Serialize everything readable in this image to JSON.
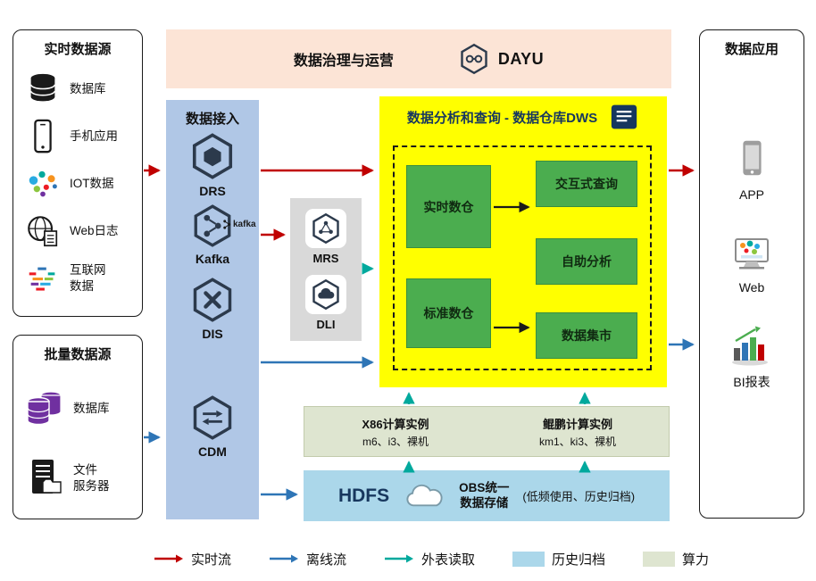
{
  "colors": {
    "realtime": "#c00000",
    "offline": "#2e75b6",
    "external": "#00a99d",
    "archive": "#abd7ea",
    "compute": "#dee5d0",
    "peach": "#fce4d6",
    "ingest": "#b0c7e6",
    "graypanel": "#d9d9d9",
    "dws": "#ffff00",
    "green": "#4bad4f",
    "navy": "#17375e"
  },
  "realtime_sources": {
    "title": "实时数据源",
    "items": [
      {
        "label": "数据库",
        "icon": "database-icon"
      },
      {
        "label": "手机应用",
        "icon": "mobile-app-icon"
      },
      {
        "label": "IOT数据",
        "icon": "iot-icon"
      },
      {
        "label": "Web日志",
        "icon": "web-log-icon"
      },
      {
        "label": "互联网\n数据",
        "icon": "internet-data-icon"
      }
    ]
  },
  "batch_sources": {
    "title": "批量数据源",
    "items": [
      {
        "label": "数据库",
        "icon": "database-purple-icon"
      },
      {
        "label": "文件\n服务器",
        "icon": "file-server-icon"
      }
    ]
  },
  "governance": {
    "title": "数据治理与运营",
    "product": "DAYU"
  },
  "ingestion": {
    "title": "数据接入",
    "services": [
      "DRS",
      "Kafka",
      "DIS",
      "CDM"
    ],
    "kafka_mark": "kafka"
  },
  "processing": {
    "services": [
      "MRS",
      "DLI"
    ]
  },
  "dws": {
    "title": "数据分析和查询 - 数据仓库DWS",
    "warehouses": [
      "实时数仓",
      "标准数仓"
    ],
    "services": [
      "交互式查询",
      "自助分析",
      "数据集市"
    ]
  },
  "compute": {
    "x86_title": "X86计算实例",
    "x86_spec": "m6、i3、裸机",
    "kunpeng_title": "鲲鹏计算实例",
    "kunpeng_spec": "km1、ki3、裸机"
  },
  "storage": {
    "hdfs": "HDFS",
    "obs_line1": "OBS统一",
    "obs_line2": "数据存储",
    "note": "(低频使用、历史归档)"
  },
  "applications": {
    "title": "数据应用",
    "items": [
      {
        "label": "APP",
        "icon": "app-icon"
      },
      {
        "label": "Web",
        "icon": "web-icon"
      },
      {
        "label": "BI报表",
        "icon": "bi-report-icon"
      }
    ]
  },
  "legend": {
    "items": [
      {
        "label": "实时流",
        "type": "arrow"
      },
      {
        "label": "离线流",
        "type": "arrow"
      },
      {
        "label": "外表读取",
        "type": "arrow"
      },
      {
        "label": "历史归档",
        "type": "swatch"
      },
      {
        "label": "算力",
        "type": "swatch"
      }
    ]
  }
}
